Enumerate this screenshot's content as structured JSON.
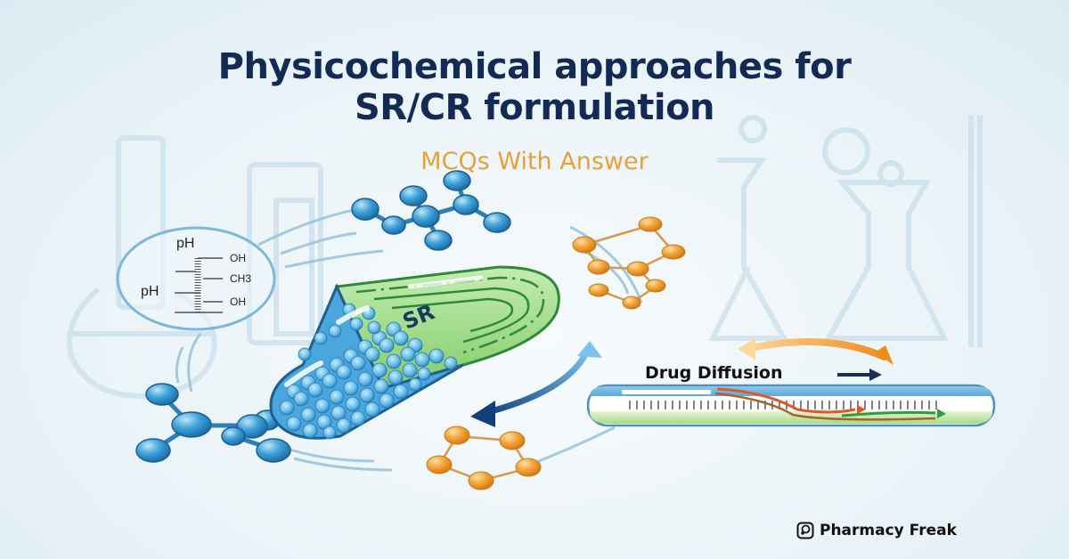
{
  "header": {
    "title_line1": "Physicochemical approaches for",
    "title_line2": "SR/CR formulation",
    "subtitle": "MCQs With Answer"
  },
  "ph_diagram": {
    "top_label": "pH",
    "side_label": "pH",
    "groups": [
      "OH",
      "CH3",
      "OH"
    ]
  },
  "capsule": {
    "label": "SR"
  },
  "diffusion": {
    "label": "Drug Diffusion"
  },
  "brand": {
    "name": "Pharmacy Freak"
  },
  "colors": {
    "title": "#132a55",
    "subtitle": "#e6a23a",
    "capsule_green": "#8fd47a",
    "capsule_blue": "#4aa6dc",
    "molecule_blue": "#3aa0d8",
    "molecule_orange": "#f2a53a"
  }
}
